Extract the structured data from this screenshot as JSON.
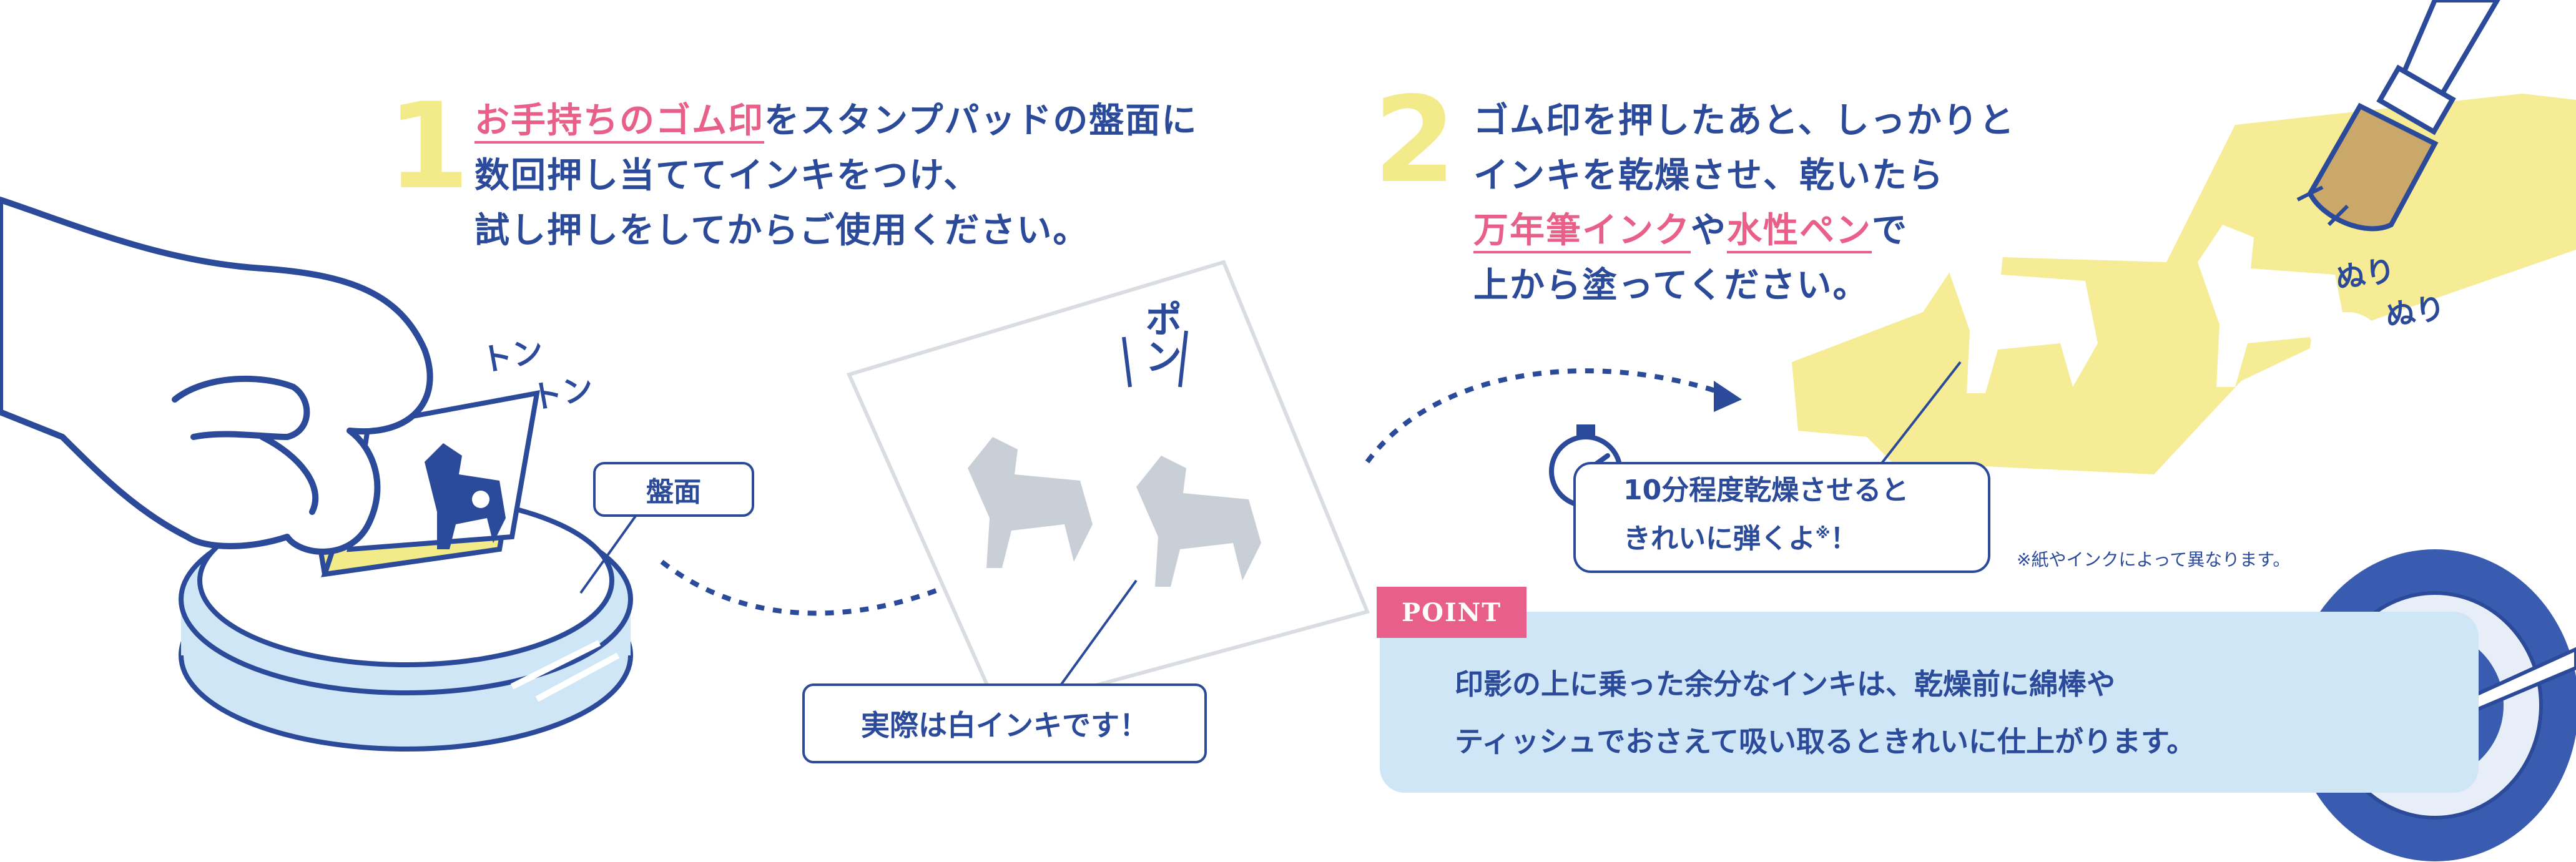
{
  "step1": {
    "number": "1",
    "line1_highlight": "お手持ちのゴム印",
    "line1_rest": "をスタンプパッドの盤面に",
    "line2": "数回押し当ててインキをつけ、",
    "line3": "試し押しをしてからご使用ください。",
    "sfx_tap1": "トン",
    "sfx_tap2": "トン",
    "label_pad": "盤面",
    "sfx_pon": "ポン",
    "label_white": "実際は白インキです！"
  },
  "step2": {
    "number": "2",
    "line1": "ゴム印を押したあと、しっかりと",
    "line2": "インキを乾燥させ、乾いたら",
    "line3_hl1": "万年筆インク",
    "line3_mid": "や",
    "line3_hl2": "水性ペン",
    "line3_end": "で",
    "line4": "上から塗ってください。",
    "sfx_nuri1": "ぬり",
    "sfx_nuri2": "ぬり",
    "timer_line1": "10分程度乾燥させると",
    "timer_line2": "きれいに弾くよ",
    "timer_mark": "※",
    "timer_end": "！",
    "note": "※紙やインクによって異なります。"
  },
  "point": {
    "tag": "POINT",
    "line1": "印影の上に乗った余分なインキは、乾燥前に綿棒や",
    "line2": "ティッシュでおさえて吸い取るときれいに仕上がります。"
  },
  "colors": {
    "navy": "#2b4a99",
    "pink": "#e8608a",
    "yellow": "#f3ea8a",
    "light_blue": "#cfe6f7",
    "gray_horse": "#c9cfd6"
  }
}
